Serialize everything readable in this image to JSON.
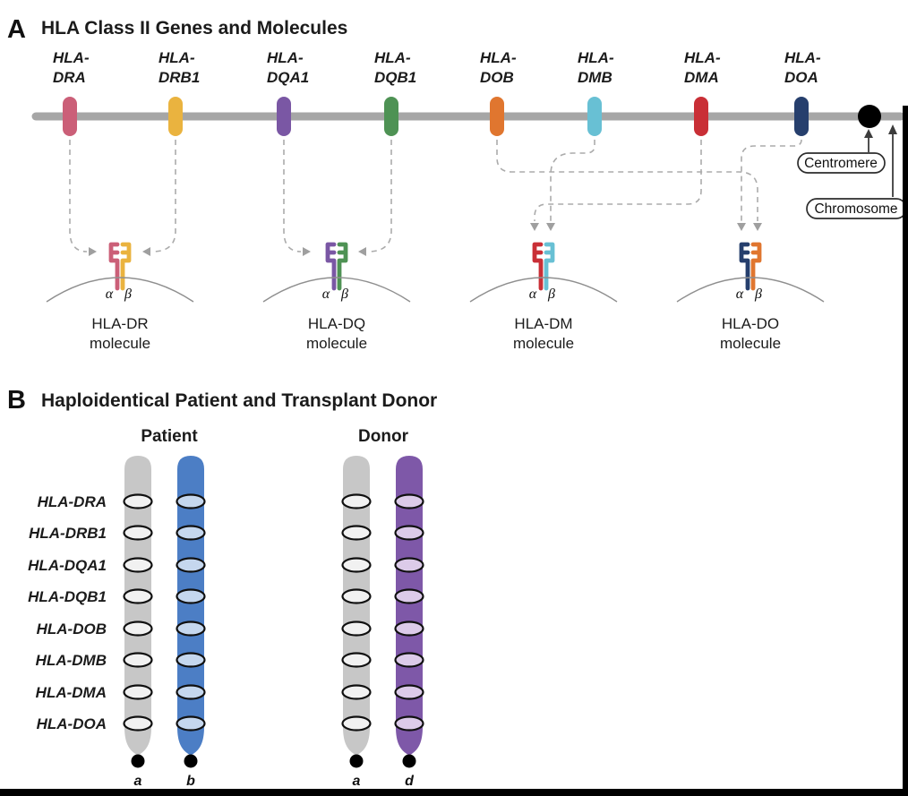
{
  "figure": {
    "panelA": {
      "label": "A",
      "title": "HLA Class II Genes and Molecules",
      "alpha": "α",
      "beta": "β",
      "molecule_word": "molecule",
      "centromere_label": "Centromere",
      "chromosome_label": "Chromosome",
      "genes": [
        {
          "prefix": "HLA-",
          "name": "DRA",
          "color": "#cb5f78"
        },
        {
          "prefix": "HLA-",
          "name": "DRB1",
          "color": "#eab33f"
        },
        {
          "prefix": "HLA-",
          "name": "DQA1",
          "color": "#7a57a4"
        },
        {
          "prefix": "HLA-",
          "name": "DQB1",
          "color": "#4e9254"
        },
        {
          "prefix": "HLA-",
          "name": "DOB",
          "color": "#e0762f"
        },
        {
          "prefix": "HLA-",
          "name": "DMB",
          "color": "#68c0d4"
        },
        {
          "prefix": "HLA-",
          "name": "DMA",
          "color": "#c92f36"
        },
        {
          "prefix": "HLA-",
          "name": "DOA",
          "color": "#263f6d"
        }
      ],
      "molecules": [
        {
          "name": "HLA-DR",
          "alpha_color": "#cb5f78",
          "beta_color": "#eab33f"
        },
        {
          "name": "HLA-DQ",
          "alpha_color": "#7a57a4",
          "beta_color": "#4e9254"
        },
        {
          "name": "HLA-DM",
          "alpha_color": "#c92f36",
          "beta_color": "#68c0d4"
        },
        {
          "name": "HLA-DO",
          "alpha_color": "#263f6d",
          "beta_color": "#e0762f"
        }
      ]
    },
    "panelB": {
      "label": "B",
      "title": "Haploidentical Patient and Transplant Donor",
      "patient_label": "Patient",
      "donor_label": "Donor",
      "gene_rows": [
        "HLA-DRA",
        "HLA-DRB1",
        "HLA-DQA1",
        "HLA-DQB1",
        "HLA-DOB",
        "HLA-DMB",
        "HLA-DMA",
        "HLA-DOA"
      ],
      "chromosomes": [
        {
          "group": "patient",
          "haplotype": "a",
          "color": "#c7c7c7",
          "locus_color": "#f1f1f1"
        },
        {
          "group": "patient",
          "haplotype": "b",
          "color": "#4c7ec5",
          "locus_color": "#c5d7ee"
        },
        {
          "group": "donor",
          "haplotype": "a",
          "color": "#c7c7c7",
          "locus_color": "#f1f1f1"
        },
        {
          "group": "donor",
          "haplotype": "d",
          "color": "#7e58a8",
          "locus_color": "#dccbe9"
        }
      ]
    }
  }
}
